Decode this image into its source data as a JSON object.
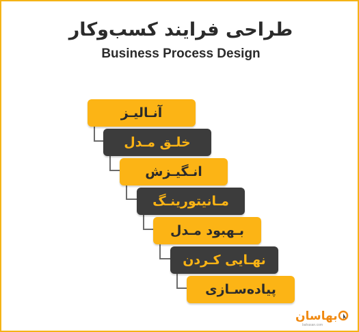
{
  "title_fa": "طراحی فرایند کسب‌وکار",
  "title_en": "Business Process Design",
  "steps": [
    {
      "label": "آنـالیـز",
      "style": "yellow"
    },
    {
      "label": "خلـق مـدل",
      "style": "dark"
    },
    {
      "label": "انـگیـزش",
      "style": "yellow"
    },
    {
      "label": "مـانیتورینـگ",
      "style": "dark"
    },
    {
      "label": "بـهبود مـدل",
      "style": "yellow"
    },
    {
      "label": "نهـایی کـردن",
      "style": "dark"
    },
    {
      "label": "پیاده‌سـازی",
      "style": "yellow"
    }
  ],
  "logo": {
    "text": "بهاسان",
    "subtext": "bahasan.com",
    "icon": "magnifier-cursor-icon"
  },
  "colors": {
    "accent": "#fcb415",
    "dark": "#3c3c3c",
    "text": "#2b2b2b",
    "logo": "#f08a12"
  }
}
